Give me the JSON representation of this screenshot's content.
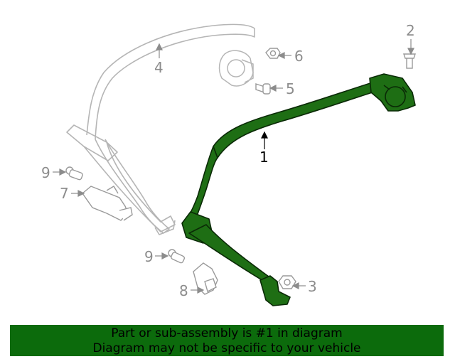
{
  "diagram": {
    "callouts": {
      "c1": "1",
      "c2": "2",
      "c3": "3",
      "c4": "4",
      "c5": "5",
      "c6": "6",
      "c7": "7",
      "c8": "8",
      "c9a": "9",
      "c9b": "9"
    },
    "colors": {
      "highlight": "#1e6e14",
      "outline": "#b5b5b5",
      "banner": "#0c6b0c"
    }
  },
  "banner": {
    "line1": "Part or sub-assembly is #1 in diagram",
    "line2": "Diagram may not be specific to your vehicle"
  }
}
